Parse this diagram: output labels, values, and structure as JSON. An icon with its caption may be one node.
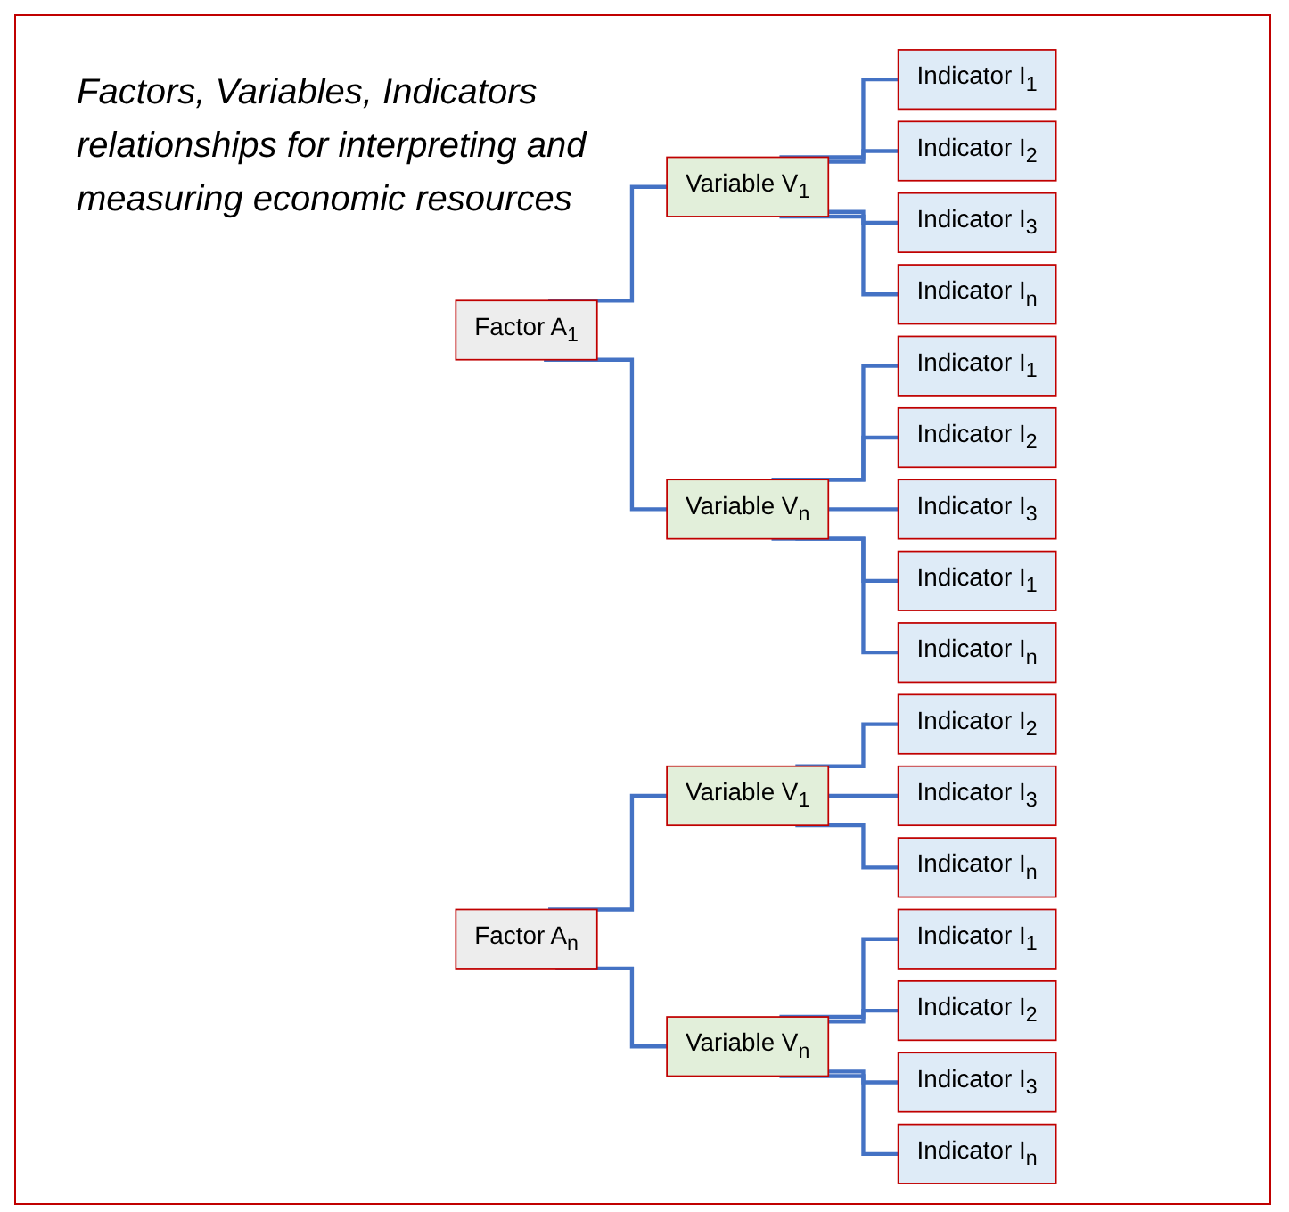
{
  "diagram": {
    "title": "Factors, Variables, Indicators relationships for interpreting and measuring economic resources",
    "nodes": [
      {
        "text": [
          "Factor A$_{1}$"
        ]
      },
      {
        "text": [
          "Variable V$_{1}$"
        ]
      },
      {
        "text": [
          "Indicator I$_{1}$"
        ]
      },
      {
        "text": [
          "Indicator I$_{2}$"
        ]
      },
      {
        "text": [
          "Indicator I$_{3}$"
        ]
      },
      {
        "text": [
          "Indicator I$_{n}$"
        ]
      },
      {
        "text": [
          "Variable V$_{n}$"
        ]
      },
      {
        "text": [
          "Indicator I$_{1}$"
        ]
      },
      {
        "text": [
          "Indicator I$_{2}$"
        ]
      },
      {
        "text": [
          "Indicator I$_{3}$"
        ]
      },
      {
        "text": [
          "Indicator I$_{1}$"
        ]
      },
      {
        "text": [
          "Indicator I$_{n}$"
        ]
      },
      {
        "text": [
          "Factor A$_{n}$"
        ]
      },
      {
        "text": [
          "Variable V$_{1}$"
        ]
      },
      {
        "text": [
          "Indicator I$_{2}$"
        ]
      },
      {
        "text": [
          "Indicator I$_{3}$"
        ]
      },
      {
        "text": [
          "Indicator I$_{n}$"
        ]
      },
      {
        "text": [
          "Variable V$_{n}$"
        ]
      },
      {
        "text": [
          "Indicator I$_{1}$"
        ]
      },
      {
        "text": [
          "Indicator I$_{2}$"
        ]
      },
      {
        "text": [
          "Indicator I$_{3}$"
        ]
      },
      {
        "text": [
          "Indicator I$_{n}$"
        ]
      }
    ],
    "edges": [
      {
        "from": 0,
        "to": 1,
        "arrow": "none"
      },
      {
        "from": 1,
        "to": 2,
        "arrow": "none"
      },
      {
        "from": 1,
        "to": 3,
        "arrow": "none"
      },
      {
        "from": 1,
        "to": 4,
        "arrow": "none"
      },
      {
        "from": 1,
        "to": 5,
        "arrow": "none"
      },
      {
        "from": 0,
        "to": 6,
        "arrow": "none"
      },
      {
        "from": 6,
        "to": 7,
        "arrow": "none"
      },
      {
        "from": 6,
        "to": 8,
        "arrow": "none"
      },
      {
        "from": 6,
        "to": 9,
        "arrow": "none"
      },
      {
        "from": 6,
        "to": 10,
        "arrow": "none"
      },
      {
        "from": 6,
        "to": 11,
        "arrow": "none"
      },
      {
        "from": 12,
        "to": 13,
        "arrow": "none"
      },
      {
        "from": 13,
        "to": 14,
        "arrow": "none"
      },
      {
        "from": 13,
        "to": 15,
        "arrow": "none"
      },
      {
        "from": 13,
        "to": 16,
        "arrow": "none"
      },
      {
        "from": 12,
        "to": 17,
        "arrow": "none"
      },
      {
        "from": 17,
        "to": 18,
        "arrow": "none"
      },
      {
        "from": 17,
        "to": 19,
        "arrow": "none"
      },
      {
        "from": 17,
        "to": 20,
        "arrow": "none"
      },
      {
        "from": 17,
        "to": 21,
        "arrow": "none"
      }
    ]
  }
}
